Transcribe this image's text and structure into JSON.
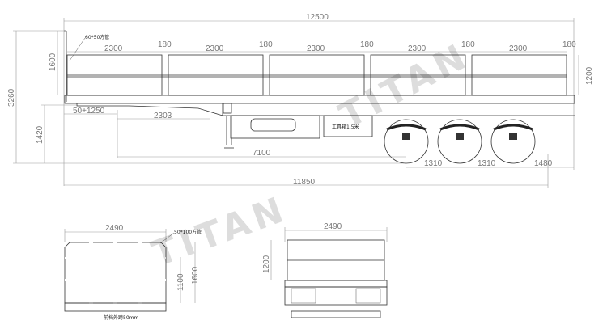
{
  "watermark": "TITAN",
  "side_view": {
    "overall_length": "12500",
    "gap_labels": [
      "180",
      "180",
      "180",
      "180",
      "180"
    ],
    "panel_labels": [
      "2300",
      "2300",
      "2300",
      "2300",
      "2300"
    ],
    "front_height": "1600",
    "total_height": "3260",
    "deck_height": "1420",
    "side_height": "1200",
    "kingpin_offset": "50+1250",
    "gooseneck": "2303",
    "kingpin_to_axle": "7100",
    "frame_length": "11850",
    "axle_spacing_1": "1310",
    "axle_spacing_2": "1310",
    "rear_overhang": "1480",
    "tube_note": "60*50方管",
    "toolbox_note": "工具箱1.5米"
  },
  "front_view": {
    "width": "2490",
    "tube_note": "50*100方管",
    "inner_height": "1100",
    "height": "1600",
    "caption": "前档外跨50mm"
  },
  "rear_view": {
    "width": "2490",
    "side_height": "1200"
  }
}
